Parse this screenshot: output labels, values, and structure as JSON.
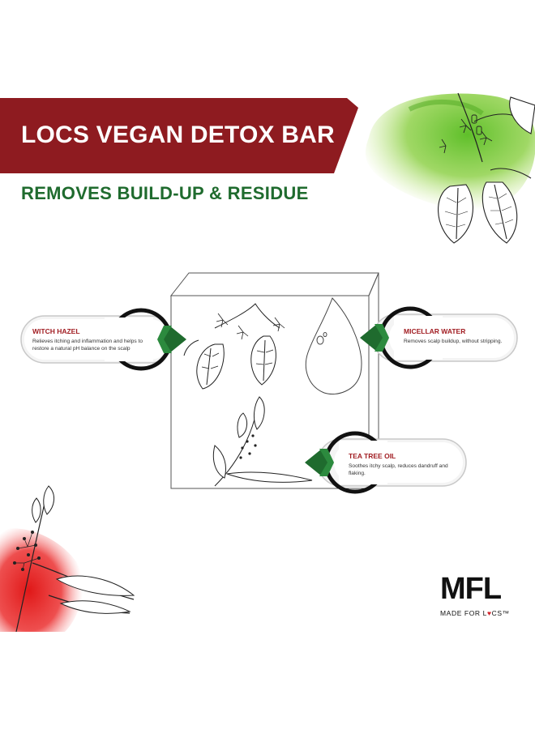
{
  "banner": {
    "title": "LOCS VEGAN DETOX BAR",
    "subtitle": "REMOVES BUILD-UP & RESIDUE",
    "color": "#8e1b20"
  },
  "ingredients": [
    {
      "name": "WITCH HAZEL",
      "description": "Relieves itching and inflammation and helps to restore a natural pH balance on the scalp"
    },
    {
      "name": "MICELLAR WATER",
      "description": "Removes scalp buildup, without stripping."
    },
    {
      "name": "TEA TREE OIL",
      "description": "Soothes itchy scalp, reduces dandruff and flaking."
    }
  ],
  "logo": {
    "mark": "MFL",
    "tagline_prefix": "MADE FOR L",
    "tagline_heart": "♥",
    "tagline_suffix": "CS™"
  },
  "colors": {
    "accent_red": "#a11d22",
    "accent_green": "#1f6b2e",
    "watercolor_green": "#7cc83a",
    "watercolor_red": "#e02020"
  }
}
